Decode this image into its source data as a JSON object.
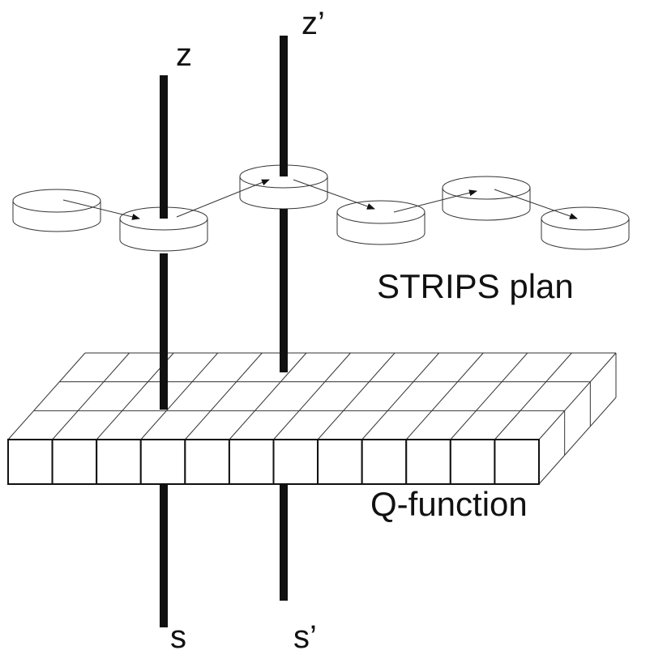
{
  "labels": {
    "z": "z",
    "z_prime": "z’",
    "s": "s",
    "s_prime": "s’",
    "strips_plan": "STRIPS plan",
    "q_function": "Q-function"
  },
  "colors": {
    "line": "#111111",
    "thin": "#333333",
    "background": "#ffffff"
  },
  "q_function": {
    "rows": 3,
    "cols": 12
  },
  "strips_plan": {
    "states": 6
  }
}
